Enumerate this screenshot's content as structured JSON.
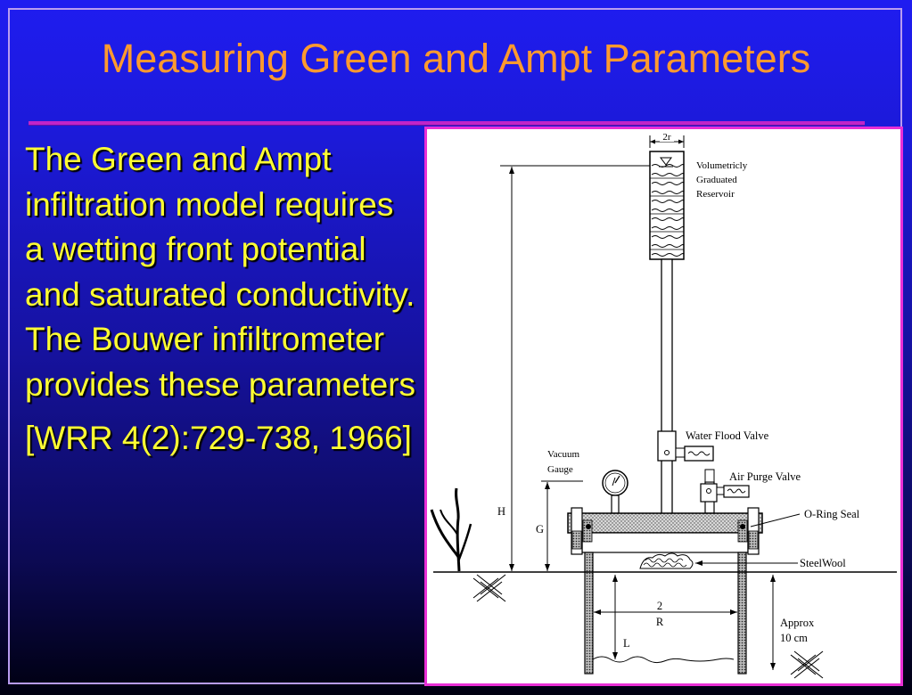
{
  "slide": {
    "title": "Measuring Green and Ampt Parameters",
    "body_paragraph": "The Green and Ampt infiltration model requires a wetting front potential and saturated conductivity.  The Bouwer infiltrometer provides these parameters",
    "reference": "[WRR 4(2):729-738, 1966]"
  },
  "diagram": {
    "labels": {
      "two_r": "2r",
      "reservoir_line1": "Volumetricly",
      "reservoir_line2": "Graduated",
      "reservoir_line3": "Reservoir",
      "water_flood_valve": "Water Flood Valve",
      "vacuum_gauge_line1": "Vacuum",
      "vacuum_gauge_line2": "Gauge",
      "air_purge_valve": "Air Purge Valve",
      "o_ring_seal": "O-Ring Seal",
      "steel_wool": "SteelWool",
      "h": "H",
      "g": "G",
      "two_R_top": "2",
      "two_R_bottom": "R",
      "l": "L",
      "approx_line1": "Approx",
      "approx_line2": "10 cm"
    }
  },
  "colors": {
    "title": "#ff9a2e",
    "body_text": "#ffff33",
    "title_rule": "#c024c8",
    "figure_border": "#ea2fd6"
  }
}
